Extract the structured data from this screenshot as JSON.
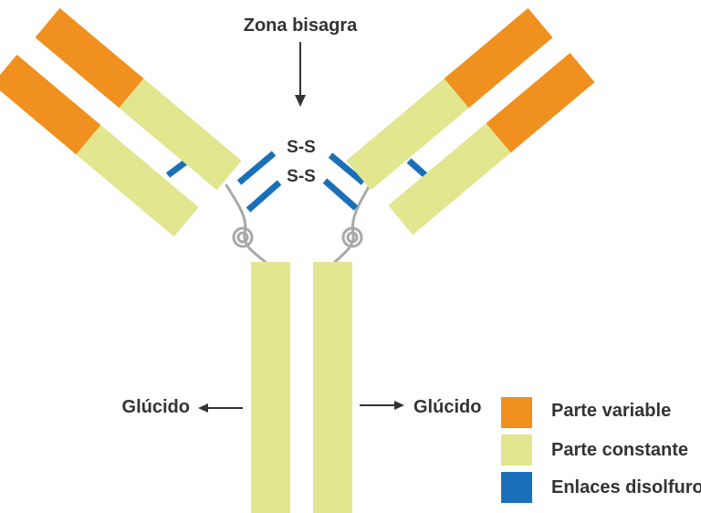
{
  "labels": {
    "hinge": "Zona bisagra",
    "ss_top": "S-S",
    "ss_bottom": "S-S",
    "glucido_left": "Glúcido",
    "glucido_right": "Glúcido"
  },
  "legend": [
    {
      "label": "Parte variable",
      "color": "#f0901e"
    },
    {
      "label": "Parte constante",
      "color": "#e1e68f"
    },
    {
      "label": "Enlaces disolfuro",
      "color": "#1a70b8"
    }
  ],
  "colors": {
    "variable": "#f0901e",
    "constant": "#e1e68f",
    "disulfide": "#1a70b8",
    "hinge": "#a9a9a9",
    "text": "#333333"
  }
}
